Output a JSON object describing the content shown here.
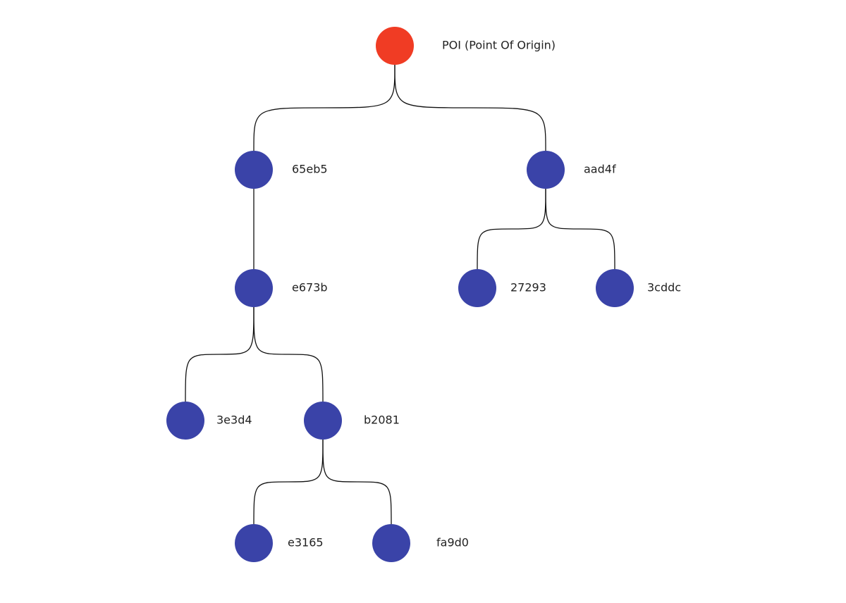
{
  "colors": {
    "root_node": "#f03c24",
    "child_node": "#3a43a8",
    "edge": "#111111",
    "label": "#222222",
    "background": "#ffffff"
  },
  "tree": {
    "root": {
      "id": "poi",
      "label": "POI (Point Of Origin)",
      "children": [
        {
          "id": "65eb5",
          "label": "65eb5",
          "children": [
            {
              "id": "e673b",
              "label": "e673b",
              "children": [
                {
                  "id": "3e3d4",
                  "label": "3e3d4",
                  "children": []
                },
                {
                  "id": "b2081",
                  "label": "b2081",
                  "children": [
                    {
                      "id": "e3165",
                      "label": "e3165",
                      "children": []
                    },
                    {
                      "id": "fa9d0",
                      "label": "fa9d0",
                      "children": []
                    }
                  ]
                }
              ]
            }
          ]
        },
        {
          "id": "aad4f",
          "label": "aad4f",
          "children": [
            {
              "id": "27293",
              "label": "27293",
              "children": []
            },
            {
              "id": "3cddc",
              "label": "3cddc",
              "children": []
            }
          ]
        }
      ]
    }
  }
}
